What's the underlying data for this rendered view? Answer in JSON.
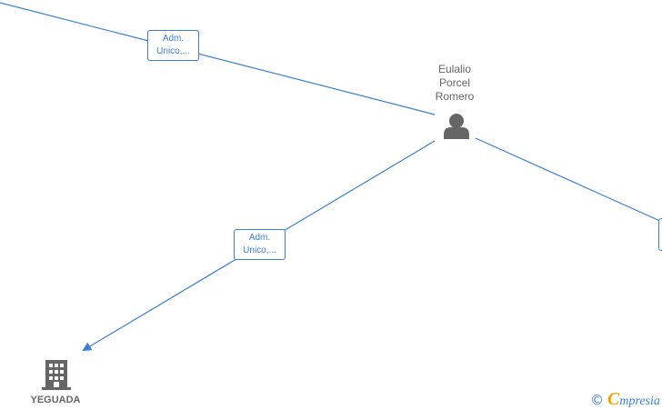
{
  "colors": {
    "edge": "#3a7fd5",
    "node_icon": "#666666",
    "label_text": "#666666",
    "brand_accent": "#f0a500"
  },
  "nodes": {
    "person": {
      "name_lines": [
        "Eulalio",
        "Porcel",
        "Romero"
      ],
      "icon": "person-icon"
    },
    "company": {
      "name": "YEGUADA",
      "icon": "building-icon"
    }
  },
  "edge_labels": [
    {
      "lines": [
        "Adm.",
        "Unico,..."
      ]
    },
    {
      "lines": [
        "Adm.",
        "Unico,..."
      ]
    },
    {
      "lines": [
        "",
        ""
      ]
    }
  ],
  "footer": {
    "copyright_symbol": "©",
    "brand_first_letter": "C",
    "brand_rest": "mpresia"
  }
}
